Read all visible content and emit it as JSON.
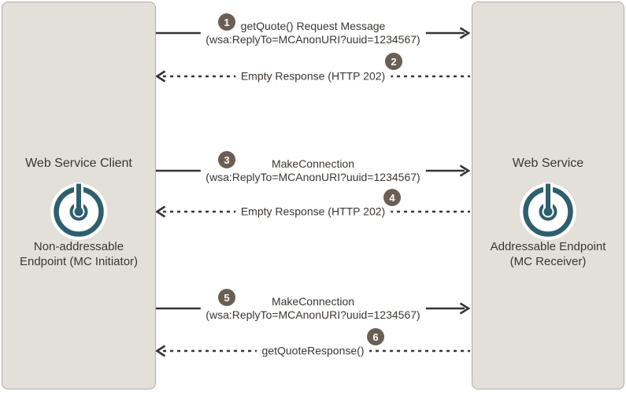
{
  "colors": {
    "canvas_bg": "#ffffff",
    "panel_fill": "#e3e0da",
    "panel_border": "#b1aca5",
    "line": "#393430",
    "text": "#3b3632",
    "badge_fill": "#6b5e53",
    "badge_text": "#ffffff",
    "icon_teal": "#2d5f6e"
  },
  "panels": {
    "left": {
      "title": "Web Service Client",
      "icon": "endpoint-icon",
      "caption": [
        "Non-addressable",
        "Endpoint (MC Initiator)"
      ]
    },
    "right": {
      "title": "Web Service",
      "icon": "endpoint-icon",
      "caption": [
        "Addressable Endpoint",
        "(MC Receiver)"
      ]
    }
  },
  "messages": [
    {
      "step": "1",
      "direction": "right",
      "style": "solid",
      "label": "getQuote() Request Message",
      "sublabel": "(wsa:ReplyTo=MCAnonURI?uuid=1234567)"
    },
    {
      "step": "2",
      "direction": "left",
      "style": "dashed",
      "label": "Empty Response (HTTP 202)"
    },
    {
      "step": "3",
      "direction": "right",
      "style": "solid",
      "label": "MakeConnection",
      "sublabel": "(wsa:ReplyTo=MCAnonURI?uuid=1234567)"
    },
    {
      "step": "4",
      "direction": "left",
      "style": "dashed",
      "label": "Empty Response (HTTP 202)"
    },
    {
      "step": "5",
      "direction": "right",
      "style": "solid",
      "label": "MakeConnection",
      "sublabel": "(wsa:ReplyTo=MCAnonURI?uuid=1234567)"
    },
    {
      "step": "6",
      "direction": "left",
      "style": "dashed",
      "label": "getQuoteResponse()"
    }
  ]
}
